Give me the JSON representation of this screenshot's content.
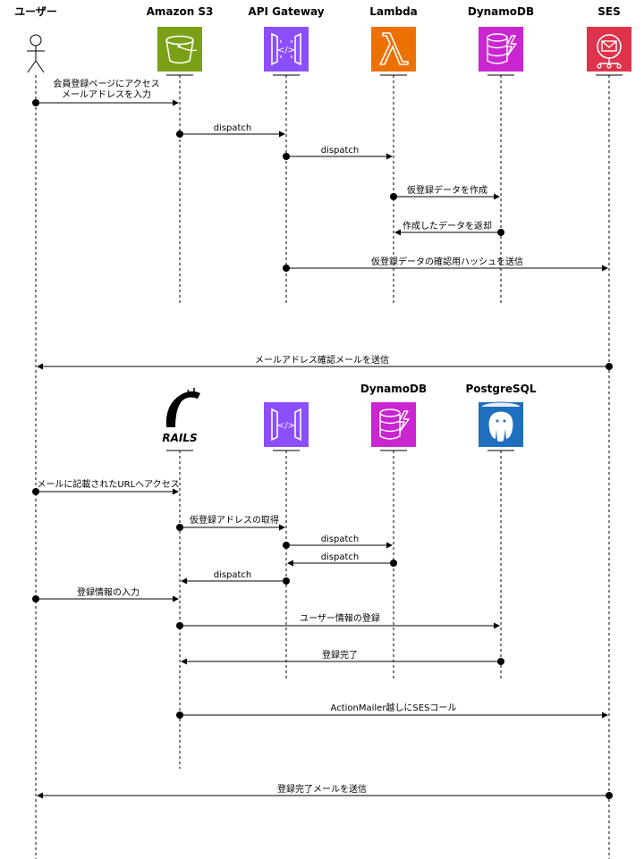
{
  "participants": {
    "user": "ユーザー",
    "s3": "Amazon S3",
    "apigw": "API Gateway",
    "lambda": "Lambda",
    "dynamo": "DynamoDB",
    "ses": "SES",
    "dynamo2": "DynamoDB",
    "postgres": "PostgreSQL",
    "rails_logo_text": "RAILS"
  },
  "icons": {
    "s3": "s3-bucket-icon",
    "apigw": "api-gateway-icon",
    "lambda": "lambda-icon",
    "dynamo": "dynamodb-icon",
    "ses": "ses-icon",
    "rails": "rails-logo-icon",
    "postgres": "postgresql-icon",
    "user": "actor-icon"
  },
  "colors": {
    "s3": "#7aa116",
    "apigw": "#8c4fff",
    "lambda": "#ed7100",
    "dynamo": "#c925d1",
    "ses": "#dd344c",
    "postgres": "#1f6fbf"
  },
  "messages": {
    "m1_line1": "会員登録ページにアクセス",
    "m1_line2": "メールアドレスを入力",
    "m2": "dispatch",
    "m3": "dispatch",
    "m4": "仮登録データを作成",
    "m5": "作成したデータを返却",
    "m6": "仮登録データの確認用ハッシュを送信",
    "m7": "メールアドレス確認メールを送信",
    "m8": "メールに記載されたURLへアクセス",
    "m9": "仮登録アドレスの取得",
    "m10": "dispatch",
    "m11": "dispatch",
    "m12": "dispatch",
    "m13": "登録情報の入力",
    "m14": "ユーザー情報の登録",
    "m15": "登録完了",
    "m16": "ActionMailer越しにSESコール",
    "m17": "登録完了メールを送信"
  }
}
